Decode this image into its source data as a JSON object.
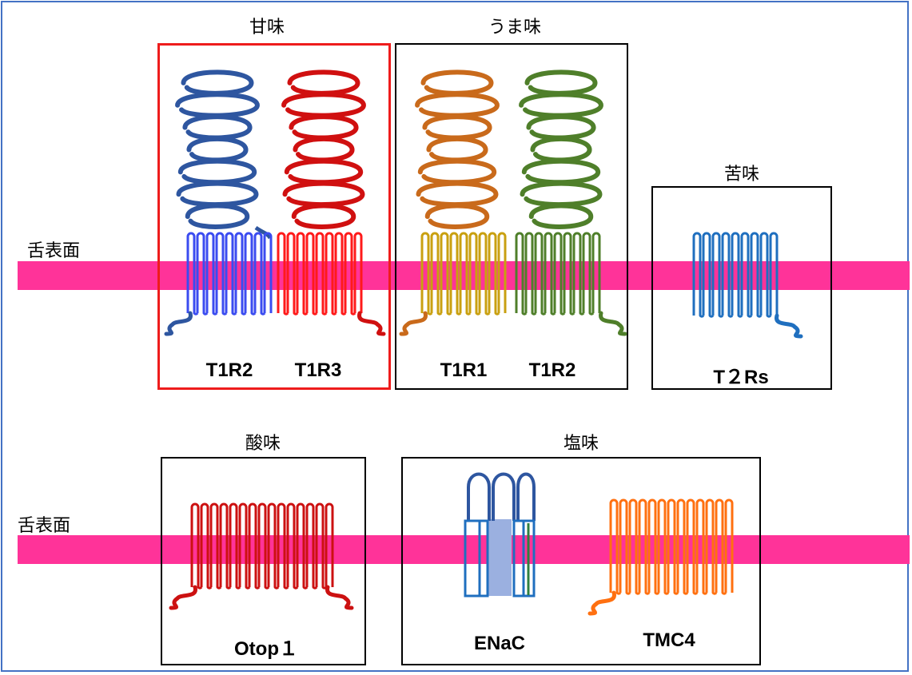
{
  "membrane_label_top": "舌表面",
  "membrane_label_bottom": "舌表面",
  "panels": {
    "sweet": {
      "title": "甘味",
      "label_left": "T1R2",
      "label_right": "T1R3",
      "color_left": "#2e56a0",
      "tm_left": "#3b4cf0",
      "color_right": "#d01010",
      "tm_right": "#ff1a1a"
    },
    "umami": {
      "title": "うま味",
      "label_left": "T1R1",
      "label_right": "T1R2",
      "color_left": "#c96a1b",
      "tm_left": "#c9a010",
      "color_right": "#4f7f2a",
      "tm_right": "#4f7f2a"
    },
    "bitter": {
      "title": "苦味",
      "label": "T２Rs",
      "color": "#1f6fbf"
    },
    "sour": {
      "title": "酸味",
      "label": "Otop１",
      "color": "#cc1111"
    },
    "salty": {
      "title": "塩味",
      "label_left": "ENaC",
      "label_right": "TMC4",
      "color_enac": "#1f6fbf",
      "color_enac_loop": "#2e56a0",
      "color_enac_light": "#9bb0e0",
      "color_tmc": "#ff7010"
    }
  },
  "colors": {
    "membrane": "#ff3399",
    "frame": "#4472c4",
    "highlight_box": "#ee1c1c"
  }
}
